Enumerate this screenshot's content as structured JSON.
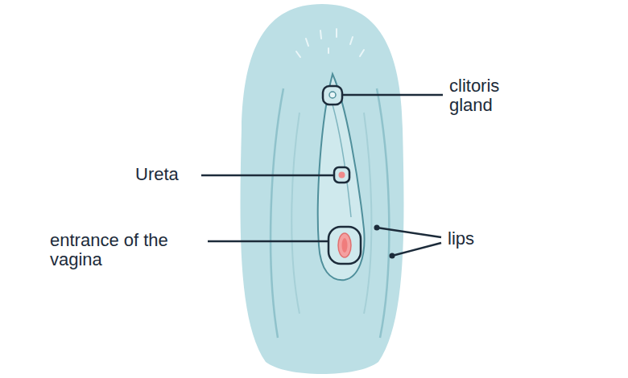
{
  "diagram": {
    "labels": [
      "clitoris gland",
      "Ureta",
      "entrance of the vagina",
      "lips"
    ]
  }
}
